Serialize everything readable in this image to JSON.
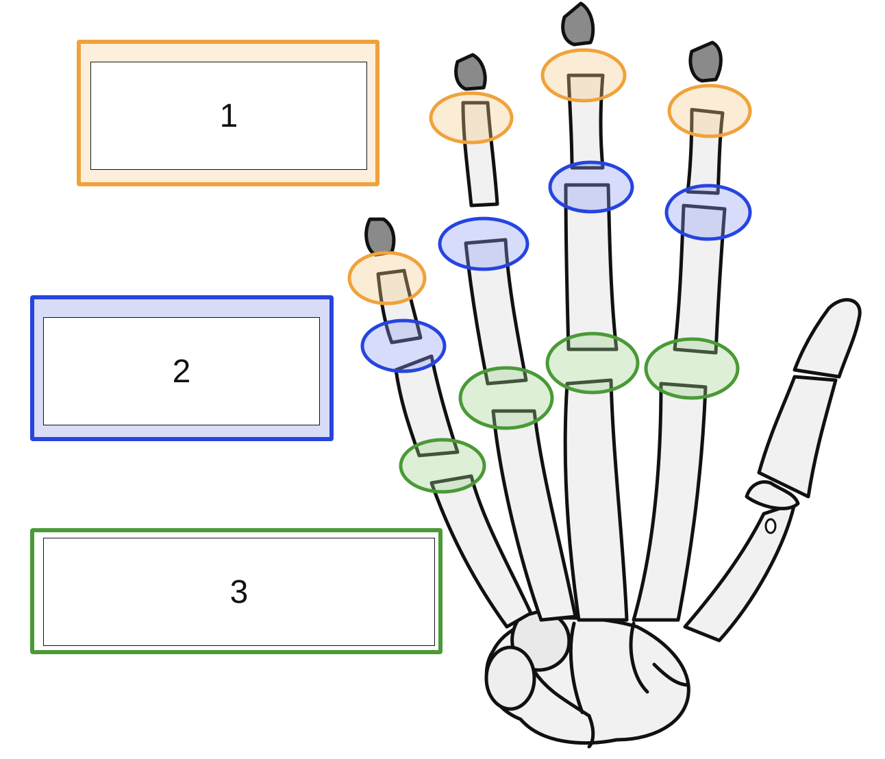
{
  "labels": [
    {
      "number": "1",
      "color": "#f0a23a",
      "fill": "#fdefdc"
    },
    {
      "number": "2",
      "color": "#2644e0",
      "fill": "#d8dcf6"
    },
    {
      "number": "3",
      "color": "#4a9a36",
      "fill": "#ffffff"
    }
  ],
  "ring_colors": {
    "distal": "#f0a23a",
    "proximal": "#2644e0",
    "metacarpophalangeal": "#4a9a36"
  },
  "icons": [
    "hand-skeleton-illustration"
  ]
}
